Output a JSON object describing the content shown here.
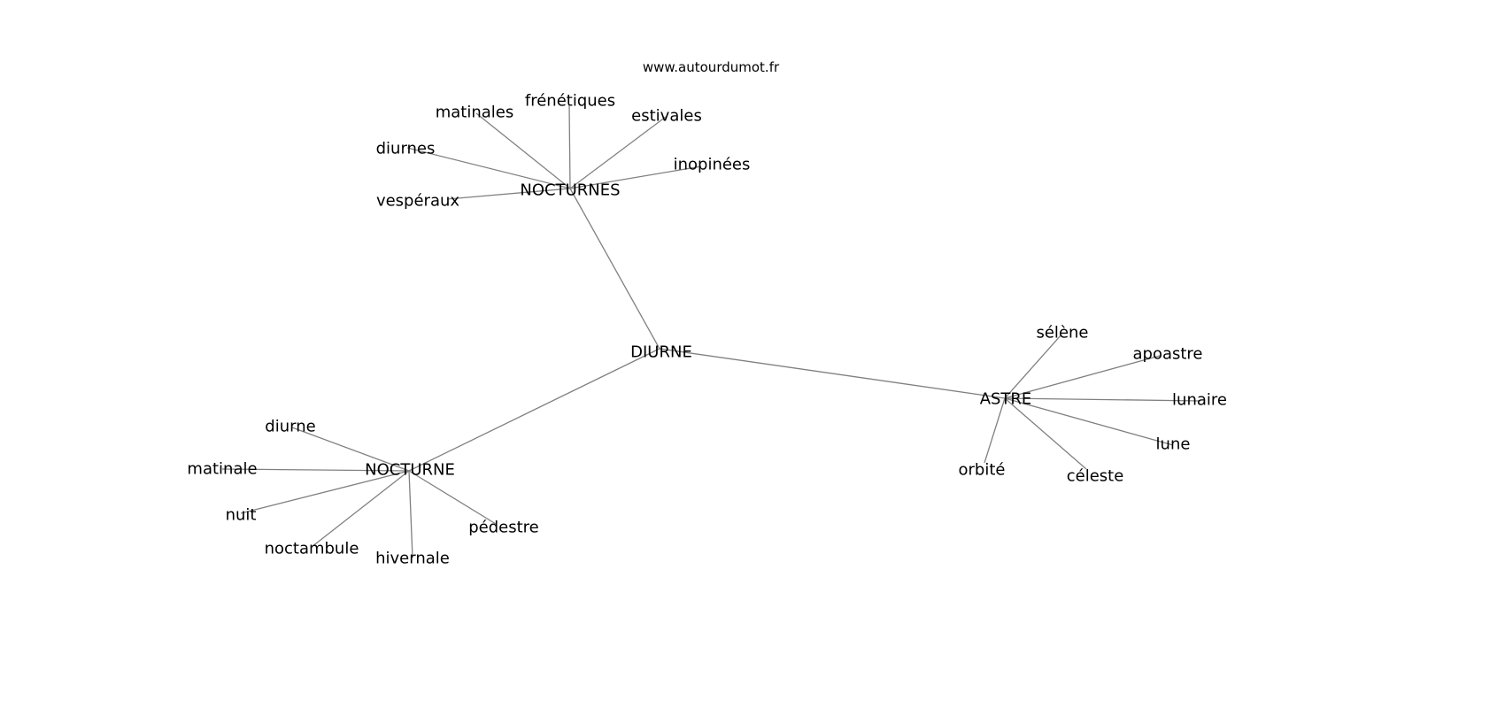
{
  "header": {
    "site": "www.autourdumot.fr"
  },
  "graph": {
    "nodes": [
      {
        "id": "diurne_c",
        "label": "DIURNE"
      },
      {
        "id": "nocturnes",
        "label": "NOCTURNES"
      },
      {
        "id": "nocturne",
        "label": "NOCTURNE"
      },
      {
        "id": "astre",
        "label": "ASTRE"
      },
      {
        "id": "matinales",
        "label": "matinales"
      },
      {
        "id": "frenetiques",
        "label": "frénétiques"
      },
      {
        "id": "estivales",
        "label": "estivales"
      },
      {
        "id": "inopinees",
        "label": "inopinées"
      },
      {
        "id": "diurnes",
        "label": "diurnes"
      },
      {
        "id": "vesperaux",
        "label": "vespéraux"
      },
      {
        "id": "diurne",
        "label": "diurne"
      },
      {
        "id": "matinale",
        "label": "matinale"
      },
      {
        "id": "nuit",
        "label": "nuit"
      },
      {
        "id": "noctambule",
        "label": "noctambule"
      },
      {
        "id": "hivernale",
        "label": "hivernale"
      },
      {
        "id": "pedestre",
        "label": "pédestre"
      },
      {
        "id": "selene",
        "label": "sélène"
      },
      {
        "id": "apoastre",
        "label": "apoastre"
      },
      {
        "id": "lunaire",
        "label": "lunaire"
      },
      {
        "id": "lune",
        "label": "lune"
      },
      {
        "id": "celeste",
        "label": "céleste"
      },
      {
        "id": "orbite",
        "label": "orbité"
      }
    ],
    "edges": [
      [
        "diurne_c",
        "nocturnes"
      ],
      [
        "diurne_c",
        "nocturne"
      ],
      [
        "diurne_c",
        "astre"
      ],
      [
        "nocturnes",
        "matinales"
      ],
      [
        "nocturnes",
        "frenetiques"
      ],
      [
        "nocturnes",
        "estivales"
      ],
      [
        "nocturnes",
        "inopinees"
      ],
      [
        "nocturnes",
        "diurnes"
      ],
      [
        "nocturnes",
        "vesperaux"
      ],
      [
        "nocturne",
        "diurne"
      ],
      [
        "nocturne",
        "matinale"
      ],
      [
        "nocturne",
        "nuit"
      ],
      [
        "nocturne",
        "noctambule"
      ],
      [
        "nocturne",
        "hivernale"
      ],
      [
        "nocturne",
        "pedestre"
      ],
      [
        "astre",
        "selene"
      ],
      [
        "astre",
        "apoastre"
      ],
      [
        "astre",
        "lunaire"
      ],
      [
        "astre",
        "lune"
      ],
      [
        "astre",
        "celeste"
      ],
      [
        "astre",
        "orbite"
      ]
    ]
  }
}
